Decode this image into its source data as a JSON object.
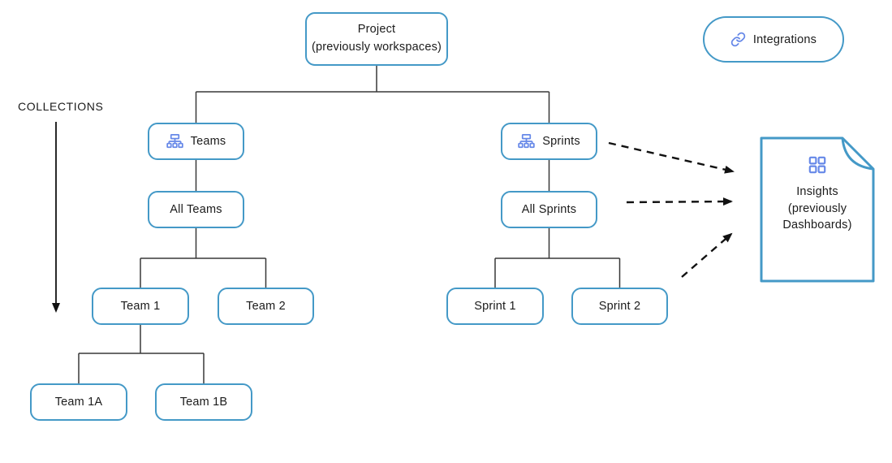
{
  "title": "Project hierarchy diagram",
  "colors": {
    "node_border": "#4499c7",
    "icon_accent": "#6688e8",
    "connector": "#383838",
    "arrow": "#111111",
    "text": "#1b1b1b"
  },
  "labels": {
    "collections": "COLLECTIONS"
  },
  "nodes": {
    "project": {
      "line1": "Project",
      "line2": "(previously workspaces)"
    },
    "integrations": {
      "label": "Integrations",
      "icon": "link-icon"
    },
    "teams": {
      "label": "Teams",
      "icon": "hierarchy-icon"
    },
    "sprints": {
      "label": "Sprints",
      "icon": "hierarchy-icon"
    },
    "all_teams": {
      "label": "All Teams"
    },
    "all_sprints": {
      "label": "All Sprints"
    },
    "team_1": {
      "label": "Team 1"
    },
    "team_2": {
      "label": "Team 2"
    },
    "sprint_1": {
      "label": "Sprint 1"
    },
    "sprint_2": {
      "label": "Sprint 2"
    },
    "team_1a": {
      "label": "Team 1A"
    },
    "team_1b": {
      "label": "Team 1B"
    },
    "insights": {
      "line1": "Insights",
      "line2": "(previously",
      "line3": "Dashboards)",
      "icon": "grid-icon"
    }
  },
  "edges": {
    "tree": [
      "Project -> Teams",
      "Project -> Sprints",
      "Teams -> All Teams",
      "Sprints -> All Sprints",
      "All Teams -> Team 1",
      "All Teams -> Team 2",
      "All Sprints -> Sprint 1",
      "All Sprints -> Sprint 2",
      "Team 1 -> Team 1A",
      "Team 1 -> Team 1B"
    ],
    "dashed_arrows": [
      "Sprints -> Insights",
      "All Sprints -> Insights",
      "Sprint 2 -> Insights"
    ],
    "collections_arrow": "COLLECTIONS down along Teams/All Teams/Team 1 levels"
  }
}
